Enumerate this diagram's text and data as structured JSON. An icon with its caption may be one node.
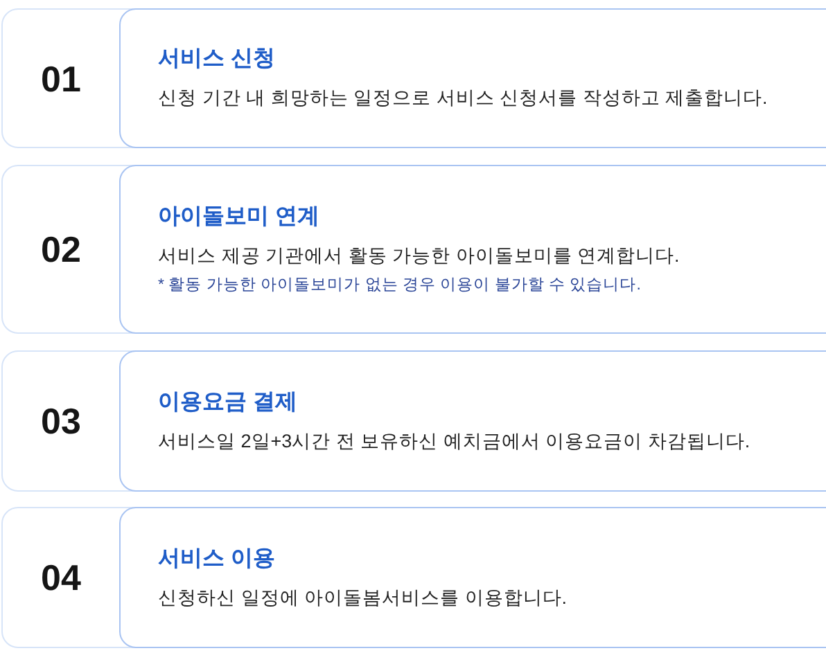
{
  "diagram": {
    "nodes": [
      {
        "text": [
          "01"
        ]
      },
      {
        "text": [
          "서비스 신청",
          "신청 기간 내 희망하는 일정으로 서비스 신청서를 작성하고 제출합니다."
        ],
        "in": 0
      },
      {
        "text": [
          "02"
        ]
      },
      {
        "text": [
          "아이돌보미 연계",
          "서비스 제공 기관에서 활동 가능한 아이돌보미를 연계합니다.",
          "* 활동 가능한 아이돌보미가 없는 경우 이용이 불가할 수 있습니다."
        ],
        "in": 2
      },
      {
        "text": [
          "03"
        ]
      },
      {
        "text": [
          "이용요금 결제",
          "서비스일 2일+3시간 전 보유하신 예치금에서 이용요금이 차감됩니다."
        ],
        "in": 4
      },
      {
        "text": [
          "04"
        ]
      },
      {
        "text": [
          "서비스 이용",
          "신청하신 일정에 아이돌봄서비스를 이용합니다."
        ],
        "in": 6
      }
    ]
  }
}
